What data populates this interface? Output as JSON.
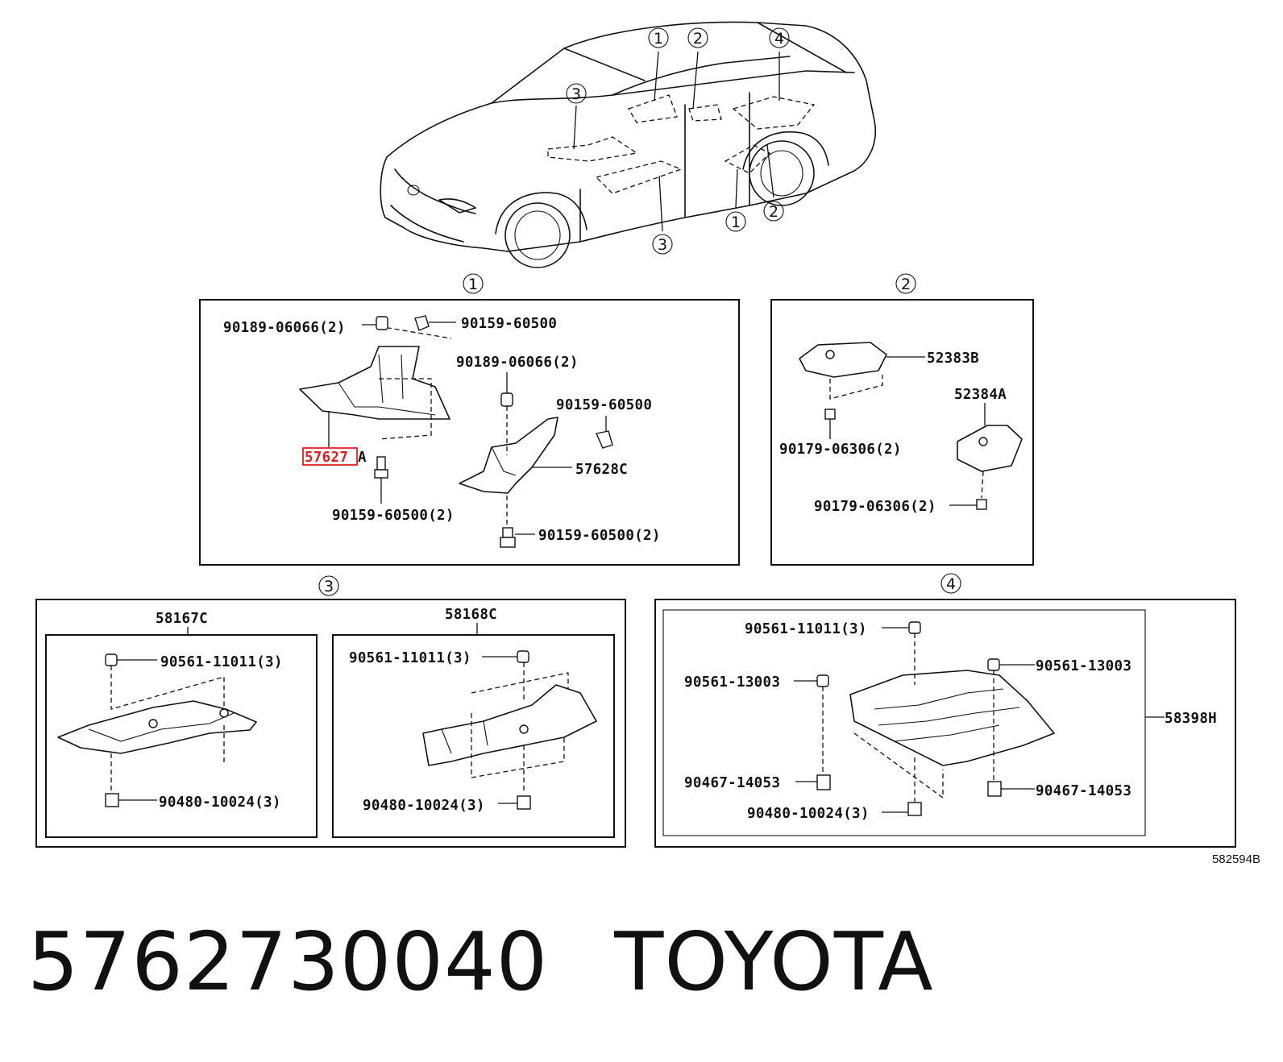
{
  "diagram": {
    "callouts": [
      "①",
      "②",
      "③",
      "④"
    ],
    "panel1": {
      "label": "①",
      "parts": {
        "p1": "90189-06066(2)",
        "p2": "90159-60500",
        "p3": "90189-06066(2)",
        "p4": "90159-60500",
        "p5_highlight": "57627",
        "p5_suffix": "A",
        "p6": "57628C",
        "p7": "90159-60500(2)",
        "p8": "90159-60500(2)"
      }
    },
    "panel2": {
      "label": "②",
      "parts": {
        "p1": "52383B",
        "p2": "52384A",
        "p3": "90179-06306(2)",
        "p4": "90179-06306(2)"
      }
    },
    "panel3": {
      "label": "③",
      "left": {
        "title": "58167C",
        "top": "90561-11011(3)",
        "bottom": "90480-10024(3)"
      },
      "right": {
        "title": "58168C",
        "top": "90561-11011(3)",
        "bottom": "90480-10024(3)"
      }
    },
    "panel4": {
      "label": "④",
      "parts": {
        "p1": "90561-11011(3)",
        "p2": "90561-13003",
        "p3": "90561-13003",
        "p4": "58398H",
        "p5": "90467-14053",
        "p6": "90467-14053",
        "p7": "90480-10024(3)"
      }
    },
    "ref_code": "582594B"
  },
  "footer": {
    "part_number": "5762730040",
    "brand": "TOYOTA"
  },
  "colors": {
    "highlight": "#e02020",
    "ink": "#111111"
  }
}
